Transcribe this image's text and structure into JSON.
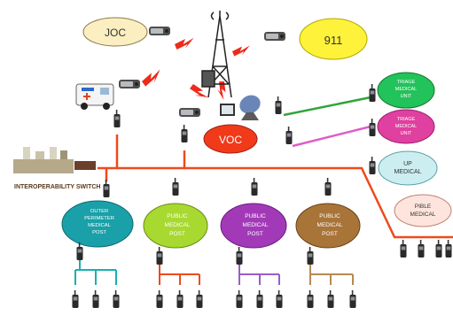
{
  "nodes": {
    "joc": {
      "label": "JOC",
      "fill": "#fbeec0"
    },
    "n911": {
      "label": "911",
      "fill": "#fff23a"
    },
    "voc": {
      "label": "VOC",
      "fill": "#f03a1a"
    },
    "triage1": {
      "lines": [
        "TRIAGE",
        "MEDICAL",
        "UNIT"
      ],
      "fill": "#22c35a"
    },
    "triage2": {
      "lines": [
        "TRIAGE",
        "MEDICAL",
        "UNIT"
      ],
      "fill": "#e040a0"
    },
    "up_medical": {
      "lines": [
        "UP",
        "MEDICAL"
      ],
      "fill": "#cdeef0"
    },
    "pible_medical": {
      "lines": [
        "PIBLE",
        "MEDICAL"
      ],
      "fill": "#fde4dc"
    },
    "post_outer": {
      "lines": [
        "OUTER",
        "PERIMETER",
        "MEDICAL",
        "POST"
      ],
      "fill": "#1aa0a8"
    },
    "post_public1": {
      "lines": [
        "PUBLIC",
        "MEDICAL",
        "POST"
      ],
      "fill": "#a8d930"
    },
    "post_public2": {
      "lines": [
        "PUBLIC",
        "MEDICAL",
        "POST"
      ],
      "fill": "#a23ab8"
    },
    "post_public3": {
      "lines": [
        "PUBLIC",
        "MEDICAL",
        "POST"
      ],
      "fill": "#a87438"
    }
  },
  "labels": {
    "interop_switch": "INTEROPERABILITY SWITCH"
  },
  "colors": {
    "backbone": "#ee4a1c",
    "green_link": "#2fa53a",
    "pink_link": "#e05cc8",
    "cyan_tree": "#19b0b0",
    "orange_tree": "#ee4a1c",
    "purple_tree": "#9a5cc8",
    "brown_tree": "#b58a52",
    "lightning": "#ee2a1a"
  },
  "icons": [
    "radio-tower-icon",
    "lightning-bolt-icon",
    "handheld-radio-icon",
    "vehicle-radio-icon",
    "ambulance-icon",
    "satellite-dish-icon",
    "monitor-icon",
    "interoperability-switch-icon"
  ]
}
